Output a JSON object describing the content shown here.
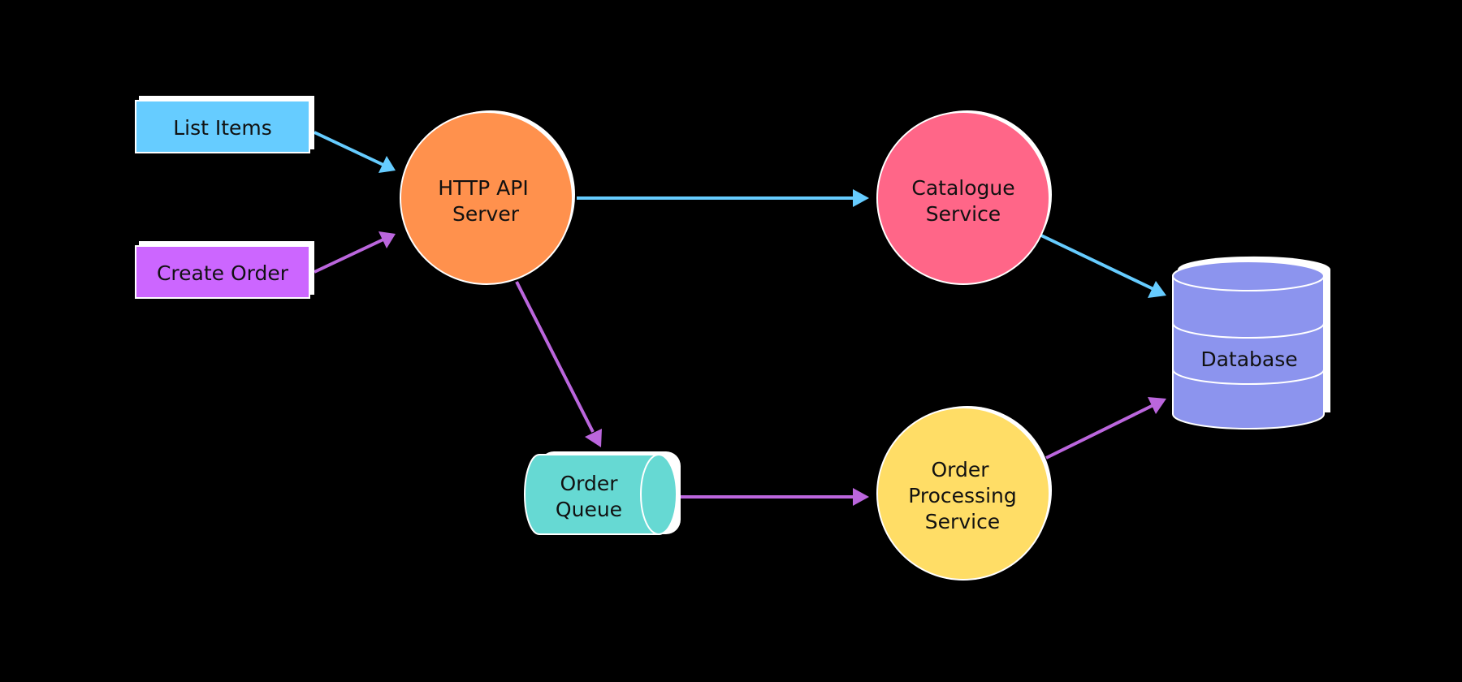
{
  "colors": {
    "background": "#000000",
    "shadow": "#ffffff",
    "outline": "#ffffff",
    "text": "#111111",
    "arrow_blue": "#66ccff",
    "arrow_purple": "#bb66dd",
    "list_items": "#66ccff",
    "create_order": "#cc66ff",
    "http_api": "#ff914d",
    "catalogue": "#ff6688",
    "order_queue": "#66d9d3",
    "order_processing": "#ffdd66",
    "database": "#8c94ee"
  },
  "nodes": {
    "list_items": {
      "label": "List Items"
    },
    "create_order": {
      "label": "Create Order"
    },
    "http_api_server": {
      "line1": "HTTP API",
      "line2": "Server"
    },
    "catalogue_service": {
      "line1": "Catalogue",
      "line2": "Service"
    },
    "order_queue": {
      "line1": "Order",
      "line2": "Queue"
    },
    "order_processing_service": {
      "line1": "Order",
      "line2": "Processing",
      "line3": "Service"
    },
    "database": {
      "label": "Database"
    }
  },
  "edges": [
    {
      "from": "list_items",
      "to": "http_api_server",
      "color": "arrow_blue"
    },
    {
      "from": "create_order",
      "to": "http_api_server",
      "color": "arrow_purple"
    },
    {
      "from": "http_api_server",
      "to": "catalogue_service",
      "color": "arrow_blue"
    },
    {
      "from": "http_api_server",
      "to": "order_queue",
      "color": "arrow_purple"
    },
    {
      "from": "order_queue",
      "to": "order_processing_service",
      "color": "arrow_purple"
    },
    {
      "from": "catalogue_service",
      "to": "database",
      "color": "arrow_blue"
    },
    {
      "from": "order_processing_service",
      "to": "database",
      "color": "arrow_purple"
    }
  ]
}
